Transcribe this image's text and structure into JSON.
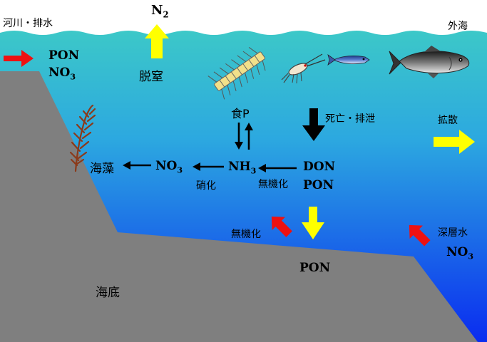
{
  "labels": {
    "river": "河川・排水",
    "n2_base": "N",
    "n2_sub": "2",
    "outer_sea": "外海",
    "river_pon": "PON",
    "river_no3_base": "NO",
    "river_no3_sub": "3",
    "denitrification": "脱窒",
    "feeding": "食P",
    "death_excretion": "死亡・排泄",
    "diffusion": "拡散",
    "seaweed": "海藻",
    "no3_mid_base": "NO",
    "no3_mid_sub": "3",
    "nh3_base": "NH",
    "nh3_sub": "3",
    "don": "DON",
    "pon_mid": "PON",
    "nitrification": "硝化",
    "mineralization": "無機化",
    "mineralization_bottom": "無機化",
    "deep_water": "深層水",
    "deep_no3_base": "NO",
    "deep_no3_sub": "3",
    "pon_bottom": "PON",
    "seabed": "海底"
  },
  "colors": {
    "sea_top": "#3CC8C8",
    "sea_bottom": "#0A2CF0",
    "seabed": "#7F7F7F",
    "yellow_arrow": "#FFFF00",
    "red_arrow": "#EE1111",
    "black_arrow": "#000000"
  },
  "icons": [
    "phytoplankton-icon",
    "zooplankton-icon",
    "small-fish-icon",
    "large-fish-icon",
    "seaweed-icon"
  ]
}
